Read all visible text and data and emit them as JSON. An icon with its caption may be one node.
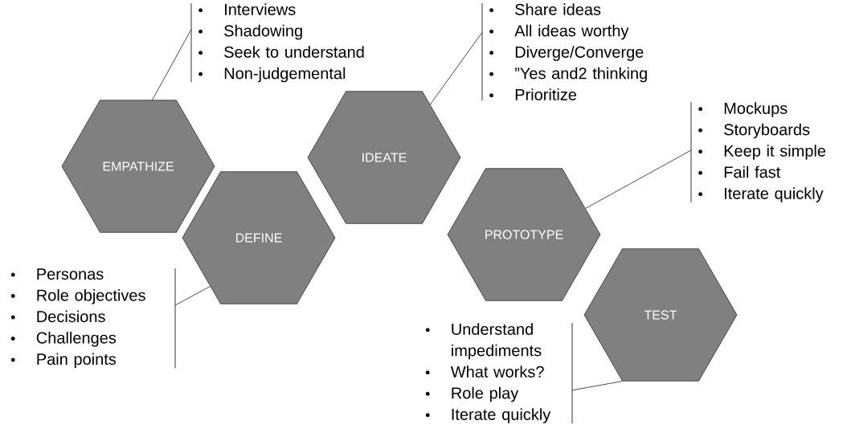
{
  "diagram": {
    "nodes": [
      {
        "text": [
          "EMPATHIZE"
        ]
      },
      {
        "text": [
          "DEFINE"
        ]
      },
      {
        "text": [
          "IDEATE"
        ]
      },
      {
        "text": [
          "PROTOTYPE"
        ]
      },
      {
        "text": [
          "TEST"
        ]
      },
      {
        "text": [
          "Interviews",
          "Shadowing",
          "Seek to understand",
          "Non-judgemental"
        ]
      },
      {
        "text": [
          "Personas",
          "Role objectives",
          "Decisions",
          "Challenges",
          "Pain points"
        ]
      },
      {
        "text": [
          "Share ideas",
          "All ideas worthy",
          "Diverge/Converge",
          "”Yes and2 thinking",
          "Prioritize"
        ]
      },
      {
        "text": [
          "Mockups",
          "Storyboards",
          "Keep it simple",
          "Fail fast",
          "Iterate quickly"
        ]
      },
      {
        "text": [
          "Understand impediments",
          "What works?",
          "Role play",
          "Iterate quickly"
        ]
      }
    ],
    "edges": [
      {
        "from": 5,
        "to": 0,
        "arrow": "none"
      },
      {
        "from": 6,
        "to": 1,
        "arrow": "none"
      },
      {
        "from": 7,
        "to": 2,
        "arrow": "none"
      },
      {
        "from": 8,
        "to": 3,
        "arrow": "none"
      },
      {
        "from": 9,
        "to": 4,
        "arrow": "none"
      }
    ]
  }
}
